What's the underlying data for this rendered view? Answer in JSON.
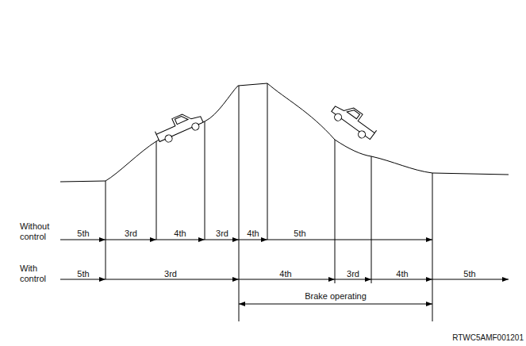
{
  "diagram": {
    "labels": [
      "Without control",
      "5th",
      "3rd",
      "4th",
      "3rd",
      "4th",
      "5th",
      "With control",
      "5th",
      "3rd",
      "4th",
      "3rd",
      "4th",
      "5th",
      "Brake operating",
      "RTWC5AMF001201"
    ]
  }
}
